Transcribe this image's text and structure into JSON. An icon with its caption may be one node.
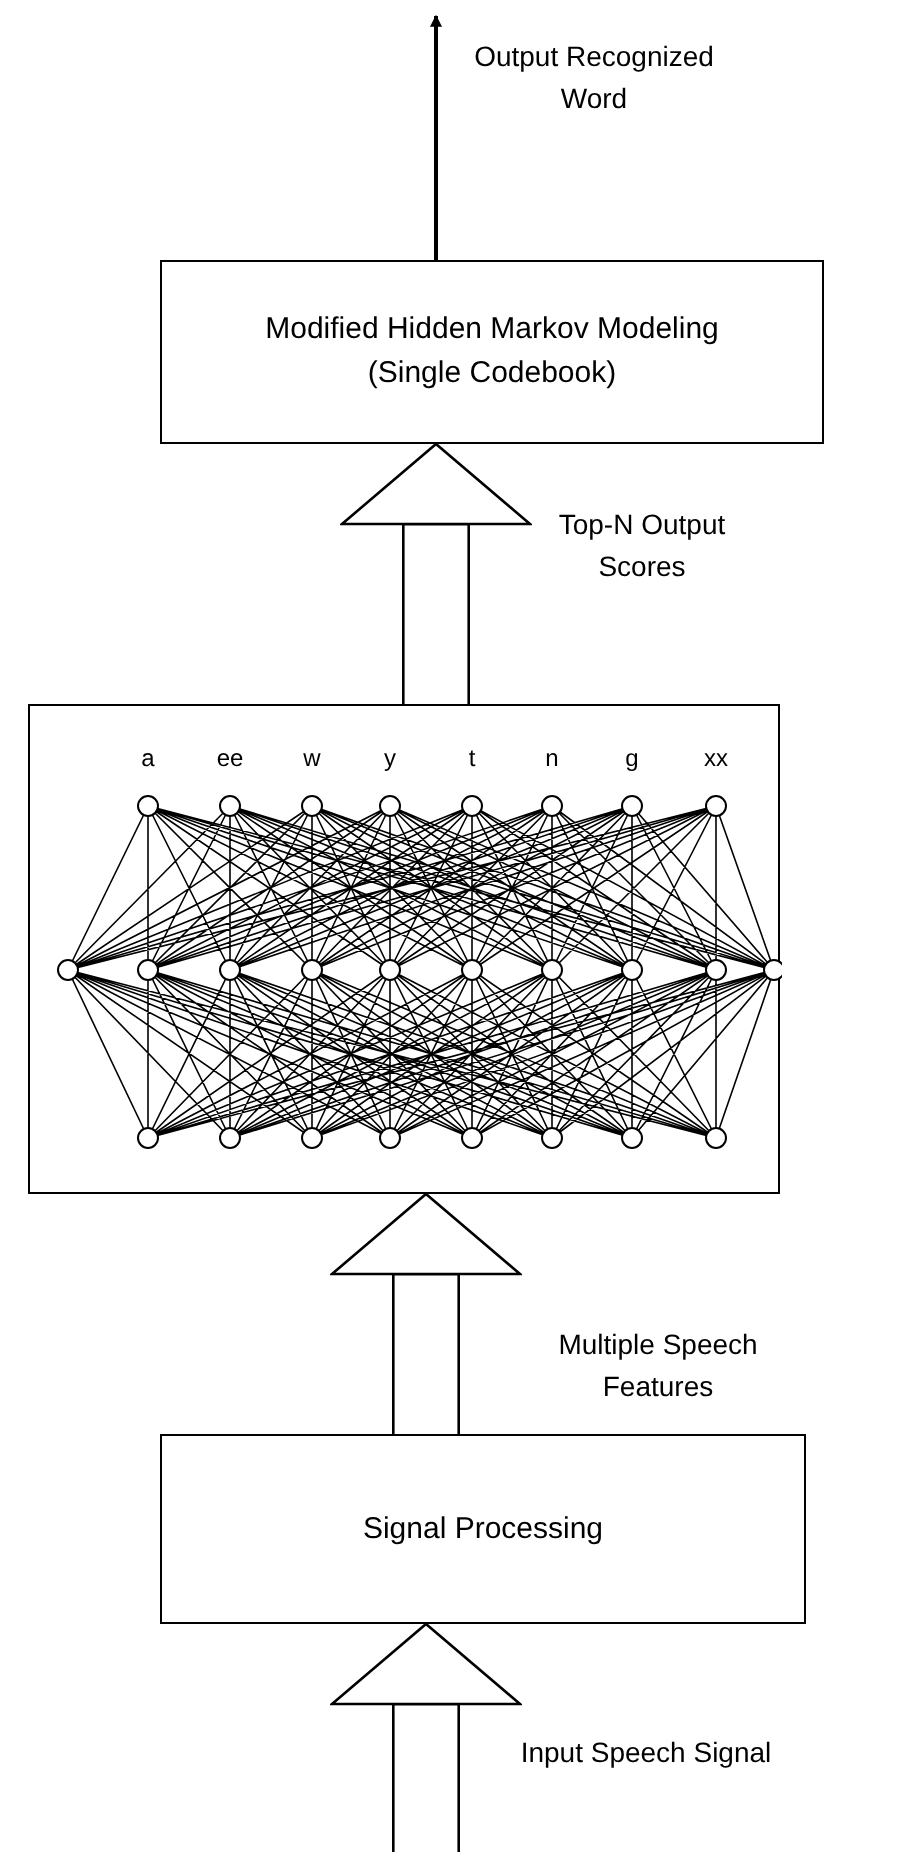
{
  "diagram": {
    "nodes": [
      {
        "text": [
          "Modified Hidden Markov Modeling (Single Codebook)"
        ]
      },
      {
        "text": [
          "a",
          "ee",
          "w",
          "y",
          "t",
          "n",
          "g",
          "xx"
        ]
      },
      {
        "text": [
          "Signal Processing"
        ]
      }
    ],
    "edges": [
      {
        "from": null,
        "to": 2,
        "arrow": "to",
        "label": "Input Speech Signal"
      },
      {
        "from": 2,
        "to": 1,
        "arrow": "to",
        "label": "Multiple Speech Features"
      },
      {
        "from": 1,
        "to": 0,
        "arrow": "to",
        "label": "Top-N Output Scores"
      },
      {
        "from": 0,
        "to": null,
        "arrow": "to",
        "label": "Output Recognized Word"
      }
    ]
  }
}
